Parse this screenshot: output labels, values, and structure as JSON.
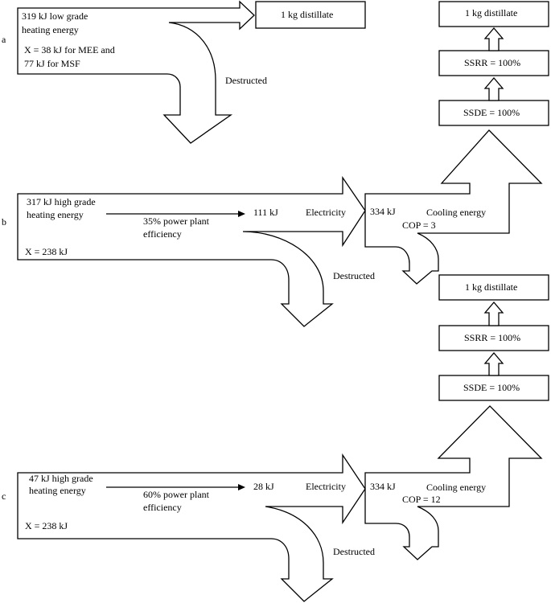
{
  "panel_a": {
    "label": "a",
    "input_line1": "319 kJ low grade",
    "input_line2": "heating energy",
    "exergy_line1": "X = 38 kJ for MEE and",
    "exergy_line2": "77 kJ for MSF",
    "destructed": "Destructed",
    "output_box": "1 kg distillate"
  },
  "panel_b": {
    "label": "b",
    "input_line1": "317 kJ high grade",
    "input_line2": "heating energy",
    "efficiency_line1": "35% power plant",
    "efficiency_line2": "efficiency",
    "exergy": "X = 238 kJ",
    "electricity_value": "111 kJ",
    "electricity_label": "Electricity",
    "cooling_value": "334 kJ",
    "cooling_label": "Cooling energy",
    "cop": "COP = 3",
    "destructed": "Destructed",
    "ssde": "SSDE = 100%",
    "ssrr": "SSRR = 100%",
    "distillate": "1 kg distillate"
  },
  "panel_c": {
    "label": "c",
    "input_line1": "47 kJ high grade",
    "input_line2": "heating energy",
    "efficiency_line1": "60% power plant",
    "efficiency_line2": "efficiency",
    "exergy": "X = 238 kJ",
    "electricity_value": "28 kJ",
    "electricity_label": "Electricity",
    "cooling_value": "334 kJ",
    "cooling_label": "Cooling energy",
    "cop": "COP = 12",
    "destructed": "Destructed",
    "ssde": "SSDE = 100%",
    "ssrr": "SSRR = 100%",
    "distillate": "1 kg distillate"
  }
}
